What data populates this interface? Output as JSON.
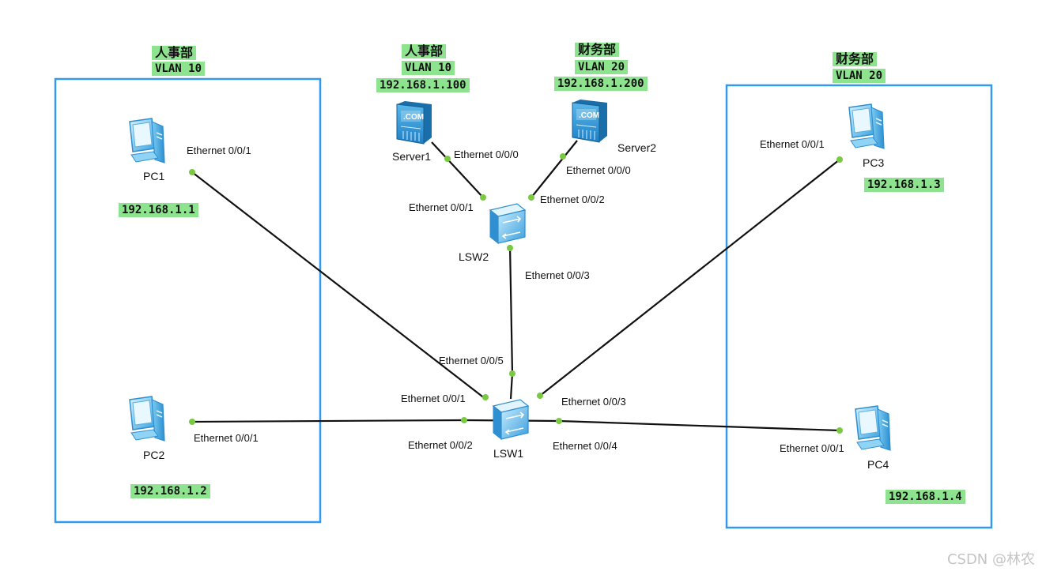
{
  "vlans": {
    "left": {
      "dept": "人事部",
      "vlan": "VLAN 10"
    },
    "right": {
      "dept": "财务部",
      "vlan": "VLAN 20"
    },
    "server1": {
      "dept": "人事部",
      "vlan": "VLAN 10",
      "ip": "192.168.1.100"
    },
    "server2": {
      "dept": "财务部",
      "vlan": "VLAN 20",
      "ip": "192.168.1.200"
    }
  },
  "devices": {
    "pc1": {
      "name": "PC1",
      "ip": "192.168.1.1"
    },
    "pc2": {
      "name": "PC2",
      "ip": "192.168.1.2"
    },
    "pc3": {
      "name": "PC3",
      "ip": "192.168.1.3"
    },
    "pc4": {
      "name": "PC4",
      "ip": "192.168.1.4"
    },
    "server1": {
      "name": "Server1"
    },
    "server2": {
      "name": "Server2"
    },
    "lsw1": {
      "name": "LSW1"
    },
    "lsw2": {
      "name": "LSW2"
    }
  },
  "ports": {
    "pc1": "Ethernet 0/0/1",
    "pc2": "Ethernet 0/0/1",
    "pc3": "Ethernet 0/0/1",
    "pc4": "Ethernet 0/0/1",
    "server1": "Ethernet 0/0/0",
    "server2": "Ethernet 0/0/0",
    "lsw2_p1": "Ethernet 0/0/1",
    "lsw2_p2": "Ethernet 0/0/2",
    "lsw2_p3": "Ethernet 0/0/3",
    "lsw1_p1": "Ethernet 0/0/1",
    "lsw1_p2": "Ethernet 0/0/2",
    "lsw1_p3": "Ethernet 0/0/3",
    "lsw1_p4": "Ethernet 0/0/4",
    "lsw1_p5": "Ethernet 0/0/5"
  },
  "server_icon_text": ".COM",
  "watermark": "CSDN @林农",
  "colors": {
    "vlan_box": "#3399ee",
    "tag_bg": "#8ee38e",
    "link": "#111111",
    "port_dot": "#7ac943"
  }
}
